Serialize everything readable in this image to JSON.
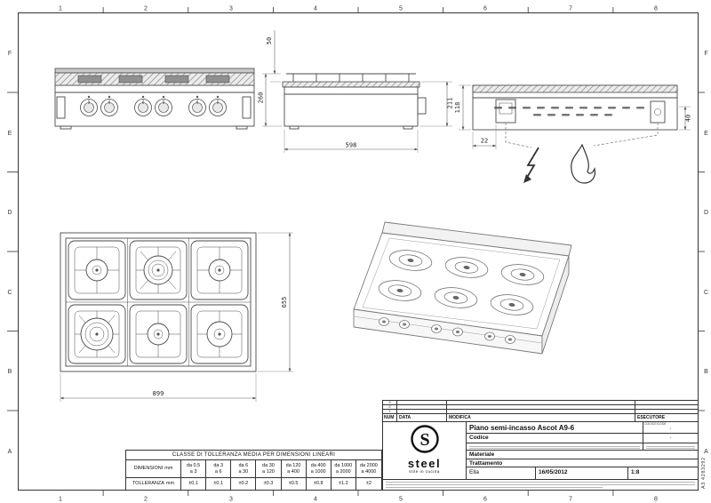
{
  "sheet": {
    "grid_cols": [
      "1",
      "2",
      "3",
      "4",
      "5",
      "6",
      "7",
      "8"
    ],
    "grid_rows": [
      "F",
      "E",
      "D",
      "C",
      "B",
      "A"
    ],
    "format_label": "A3 4283292"
  },
  "views": {
    "side": {
      "dim_grate_height": "50",
      "dim_total_height": "260",
      "dim_body_height": "211",
      "dim_depth": "598"
    },
    "back": {
      "dim_panel_height": "118",
      "dim_right_height": "40",
      "dim_left_offset": "22"
    },
    "top": {
      "dim_width": "899",
      "dim_depth": "655"
    }
  },
  "tolerance_table": {
    "title": "CLASSE DI TOLLERANZA MEDIA PER DIMENSIONI LINEARI",
    "dim_label": "DIMENSIONI",
    "dim_unit": "mm",
    "tol_label": "TOLLERANZA",
    "tol_unit": "mm",
    "ranges": [
      {
        "from": "da 0.5",
        "to": "a 3",
        "tol": "±0.1"
      },
      {
        "from": "da 3",
        "to": "a 6",
        "tol": "±0.1"
      },
      {
        "from": "da 6",
        "to": "a 30",
        "tol": "±0.2"
      },
      {
        "from": "da 30",
        "to": "a 120",
        "tol": "±0.3"
      },
      {
        "from": "da 120",
        "to": "a 400",
        "tol": "±0.5"
      },
      {
        "from": "da 400",
        "to": "a 1000",
        "tol": "±0.8"
      },
      {
        "from": "da 1000",
        "to": "a 2000",
        "tol": "±1.2"
      },
      {
        "from": "da 2000",
        "to": "a 4000",
        "tol": "±2"
      }
    ]
  },
  "title_block": {
    "rev_rows": [
      "3",
      "2",
      "1"
    ],
    "col_num": "NUM",
    "col_data": "DATA",
    "col_modifica": "MODIFICA",
    "col_esecutore": "ESECUTORE",
    "title": "Piano semi-incasso Ascot A9-6",
    "codice_small": "CODICE/CODE",
    "codice_label": "Codice",
    "materiale_label": "Materiale",
    "trattamento_label": "Trattamento",
    "firma_value": "Ella",
    "date_value": "16/05/2012",
    "scale_value": "1:8",
    "dash": "-",
    "logo_letter": "S",
    "logo_word": "steel",
    "logo_tagline": "stile in cucina"
  }
}
